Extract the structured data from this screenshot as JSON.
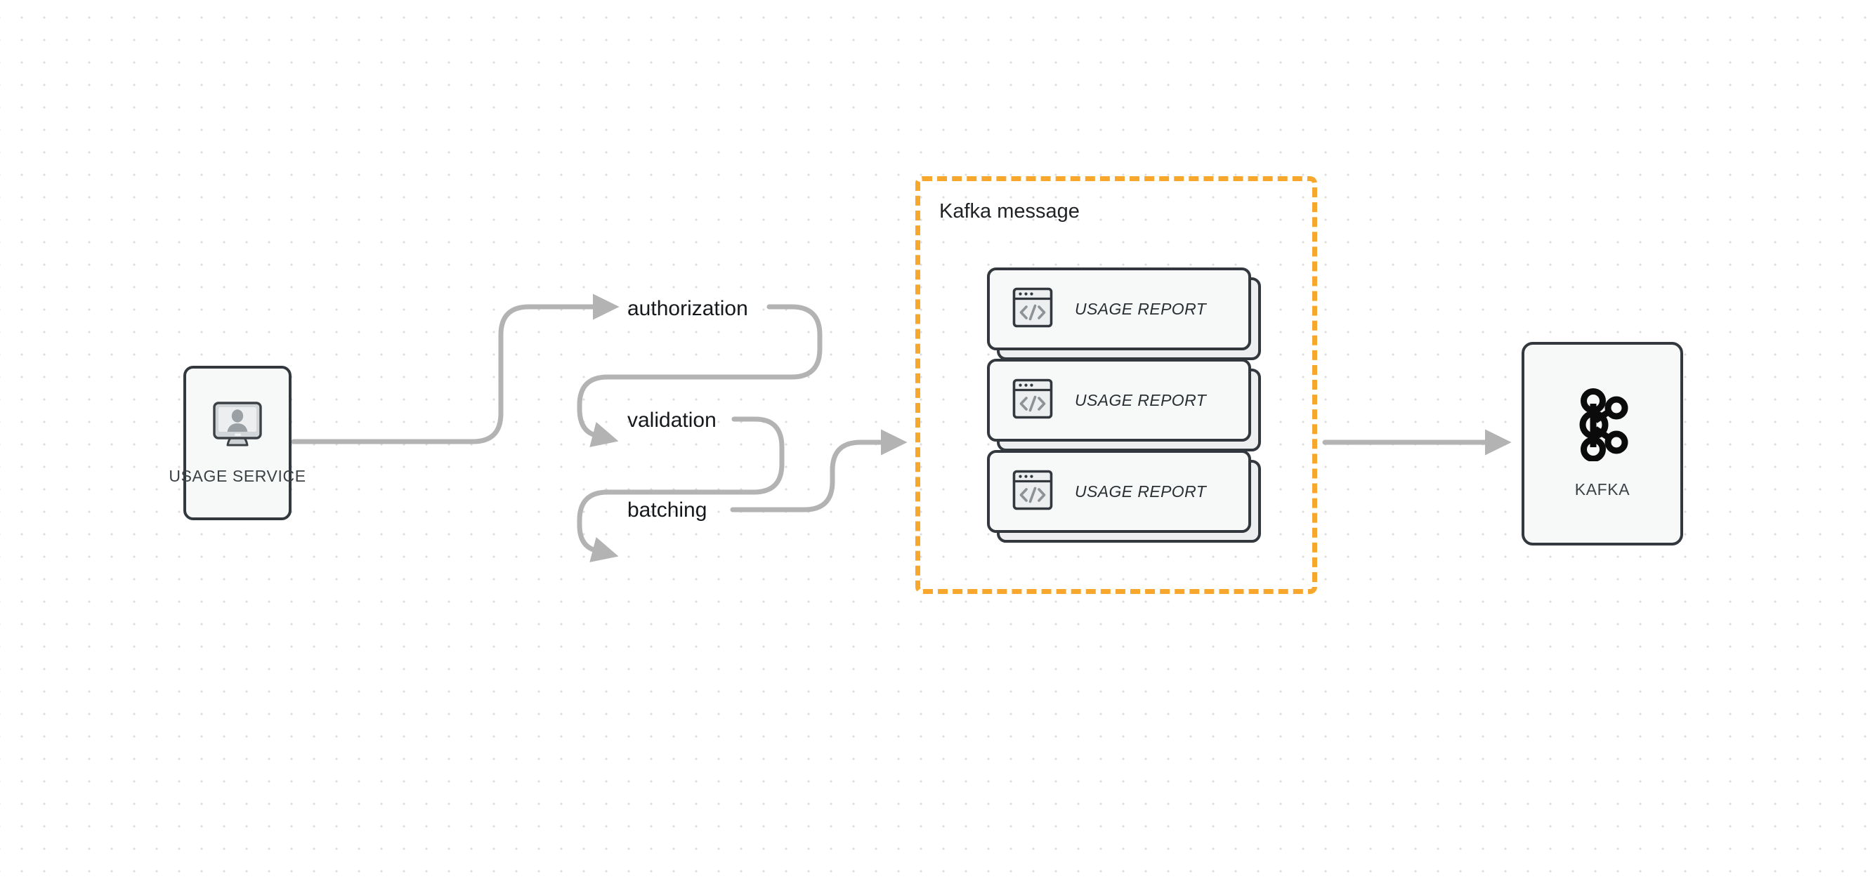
{
  "diagram": {
    "title": "Usage Service to Kafka pipeline",
    "background": "#ffffff",
    "dot_color": "#dcdcdc"
  },
  "nodes": {
    "usage_service": {
      "label": "USAGE SERVICE",
      "icon": "monitor-user-icon",
      "border_color": "#32383d",
      "fill_color": "#f7f9f9"
    },
    "kafka": {
      "label": "KAFKA",
      "icon": "kafka-logo-icon",
      "border_color": "#32383d",
      "fill_color": "#f7f9f9"
    }
  },
  "kafka_message_group": {
    "title": "Kafka message",
    "border_color": "#f7a72b",
    "border_style": "dashed",
    "cards": [
      {
        "label": "USAGE REPORT",
        "icon": "code-window-icon"
      },
      {
        "label": "USAGE REPORT",
        "icon": "code-window-icon"
      },
      {
        "label": "USAGE REPORT",
        "icon": "code-window-icon"
      }
    ]
  },
  "pipeline_steps": [
    {
      "label": "authorization"
    },
    {
      "label": "validation"
    },
    {
      "label": "batching"
    }
  ],
  "edges": {
    "color": "#b3b3b3",
    "arrow_color": "#b3b3b3",
    "width": 7,
    "connections": [
      {
        "from": "usage_service",
        "to": "authorization"
      },
      {
        "from": "authorization",
        "to": "validation"
      },
      {
        "from": "validation",
        "to": "batching"
      },
      {
        "from": "batching",
        "to": "kafka_message_group"
      },
      {
        "from": "kafka_message_group",
        "to": "kafka"
      }
    ]
  }
}
